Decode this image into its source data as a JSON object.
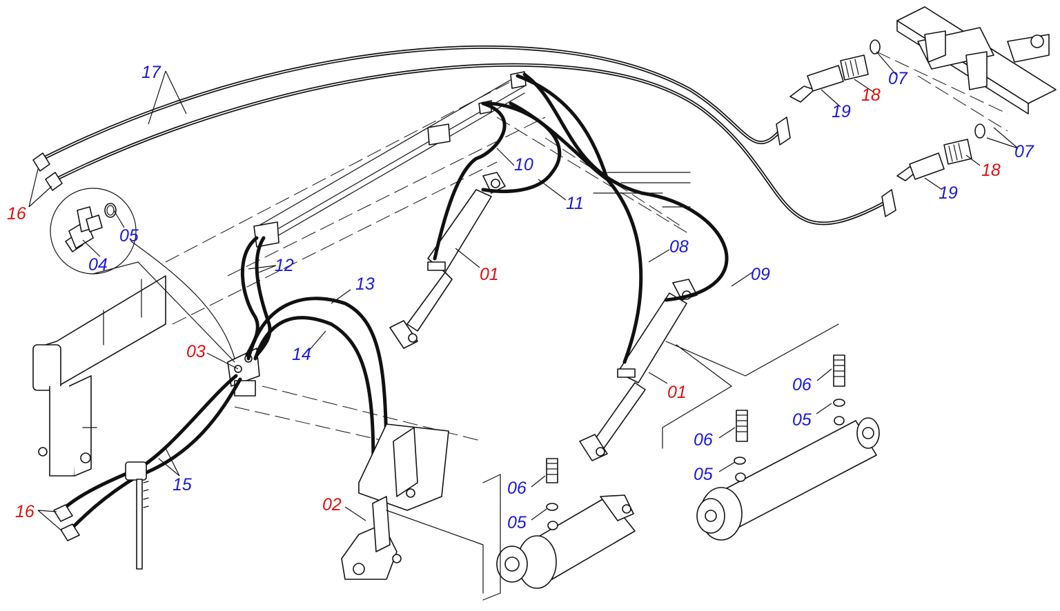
{
  "colors": {
    "blue": "#1818d8",
    "red": "#e01010",
    "line": "#111111"
  },
  "labels": [
    {
      "id": "l17",
      "text": "17",
      "color": "blue"
    },
    {
      "id": "l16a",
      "text": "16",
      "color": "red"
    },
    {
      "id": "l05a",
      "text": "05",
      "color": "blue"
    },
    {
      "id": "l04",
      "text": "04",
      "color": "blue"
    },
    {
      "id": "l10",
      "text": "10",
      "color": "blue"
    },
    {
      "id": "l11",
      "text": "11",
      "color": "blue"
    },
    {
      "id": "l12",
      "text": "12",
      "color": "blue"
    },
    {
      "id": "l13",
      "text": "13",
      "color": "blue"
    },
    {
      "id": "l14",
      "text": "14",
      "color": "blue"
    },
    {
      "id": "l03",
      "text": "03",
      "color": "red"
    },
    {
      "id": "l01a",
      "text": "01",
      "color": "red"
    },
    {
      "id": "l08",
      "text": "08",
      "color": "blue"
    },
    {
      "id": "l09",
      "text": "09",
      "color": "blue"
    },
    {
      "id": "l01b",
      "text": "01",
      "color": "red"
    },
    {
      "id": "l07a",
      "text": "07",
      "color": "blue"
    },
    {
      "id": "l18a",
      "text": "18",
      "color": "red"
    },
    {
      "id": "l19a",
      "text": "19",
      "color": "blue"
    },
    {
      "id": "l07b",
      "text": "07",
      "color": "blue"
    },
    {
      "id": "l18b",
      "text": "18",
      "color": "red"
    },
    {
      "id": "l19b",
      "text": "19",
      "color": "blue"
    },
    {
      "id": "l06a",
      "text": "06",
      "color": "blue"
    },
    {
      "id": "l05b",
      "text": "05",
      "color": "blue"
    },
    {
      "id": "l06b",
      "text": "06",
      "color": "blue"
    },
    {
      "id": "l05c",
      "text": "05",
      "color": "blue"
    },
    {
      "id": "l06c",
      "text": "06",
      "color": "blue"
    },
    {
      "id": "l05d",
      "text": "05",
      "color": "blue"
    },
    {
      "id": "l02",
      "text": "02",
      "color": "red"
    },
    {
      "id": "l15",
      "text": "15",
      "color": "blue"
    },
    {
      "id": "l16b",
      "text": "16",
      "color": "red"
    }
  ]
}
